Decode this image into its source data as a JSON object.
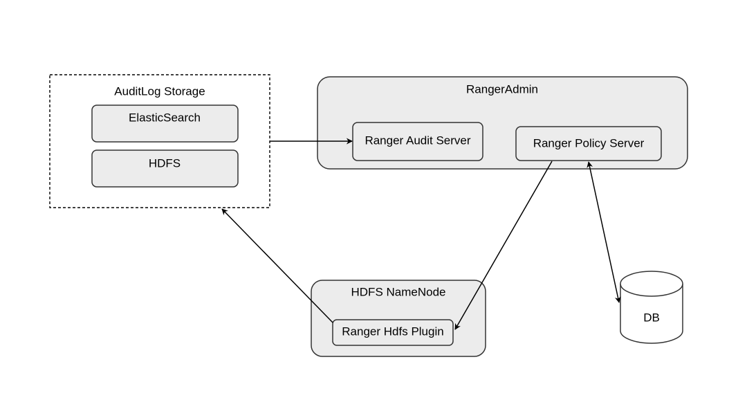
{
  "colors": {
    "box_fill": "#ececec",
    "box_stroke": "#333333",
    "edge": "#000000",
    "background": "#ffffff"
  },
  "nodes": {
    "auditlog_storage": {
      "label": "AuditLog Storage"
    },
    "elasticsearch": {
      "label": "ElasticSearch"
    },
    "hdfs": {
      "label": "HDFS"
    },
    "ranger_admin": {
      "label": "RangerAdmin"
    },
    "ranger_audit_server": {
      "label": "Ranger Audit Server"
    },
    "ranger_policy_server": {
      "label": "Ranger Policy Server"
    },
    "hdfs_namenode": {
      "label": "HDFS NameNode"
    },
    "ranger_hdfs_plugin": {
      "label": "Ranger Hdfs Plugin"
    },
    "db": {
      "label": "DB"
    }
  },
  "edges": [
    {
      "from": "AuditLog Storage",
      "to": "Ranger Audit Server",
      "direction": "forward"
    },
    {
      "from": "Ranger Hdfs Plugin",
      "to": "AuditLog Storage",
      "direction": "forward"
    },
    {
      "from": "Ranger Policy Server",
      "to": "Ranger Hdfs Plugin",
      "direction": "forward"
    },
    {
      "from": "Ranger Policy Server",
      "to": "DB",
      "direction": "both"
    }
  ]
}
